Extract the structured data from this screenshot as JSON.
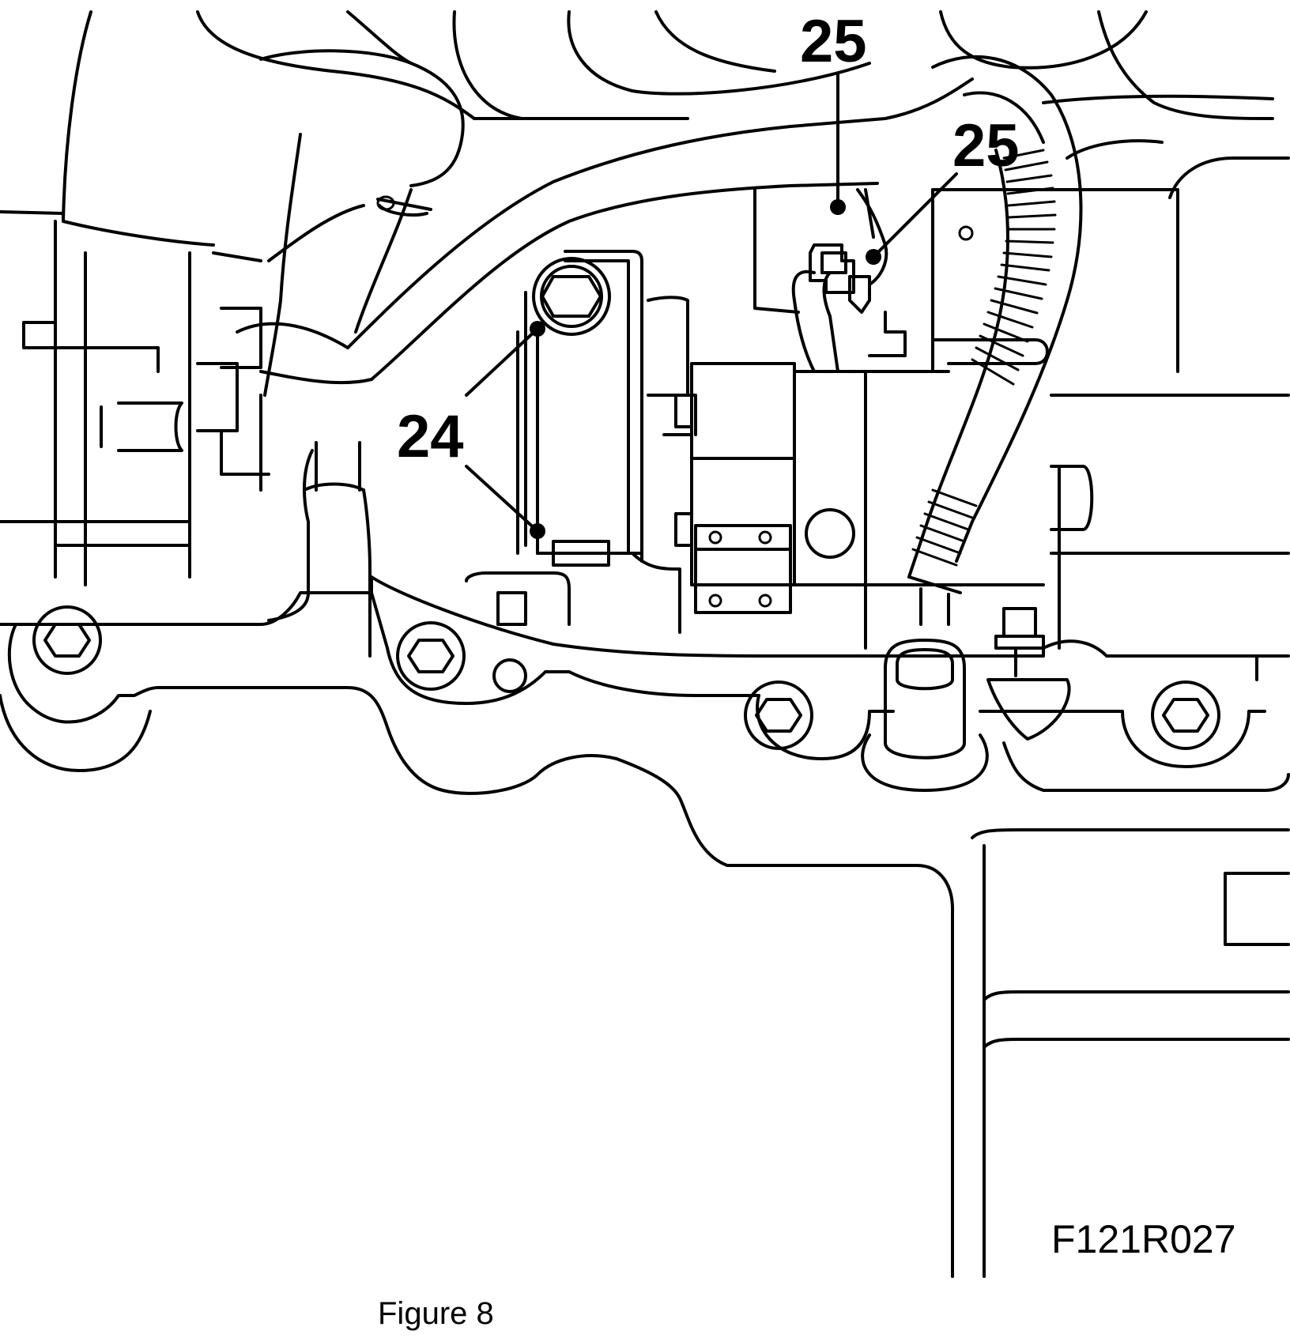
{
  "callouts": {
    "label_24": "24",
    "label_25_top": "25",
    "label_25_right": "25"
  },
  "figure_code": "F121R027",
  "caption": "Figure 8",
  "icons": [
    "hex-bolt-icon",
    "hose-clamp-icon",
    "wiring-harness-icon",
    "sensor-connector-icon"
  ],
  "colors": {
    "line": "#000000",
    "background": "#ffffff"
  }
}
